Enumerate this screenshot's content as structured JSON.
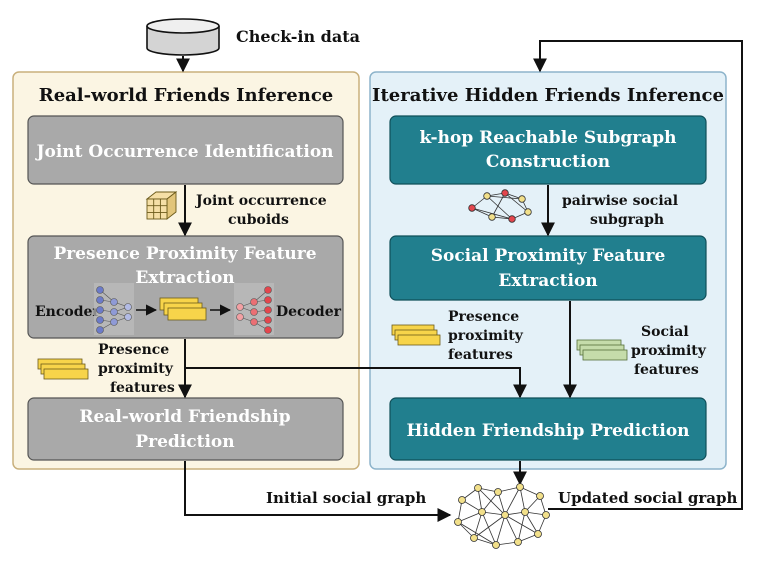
{
  "source": {
    "label": "Check-in data",
    "icon": "database-icon"
  },
  "left_panel": {
    "title": "Real-world Friends Inference",
    "bg_color": "#fbf5e3",
    "border_color": "#c9b07c",
    "box_color": "#a9a9a9",
    "boxes": {
      "joint": "Joint Occurrence Identification",
      "presence_line1": "Presence Proximity Feature",
      "presence_line2": "Extraction",
      "prediction_line1": "Real-world Friendship",
      "prediction_line2": "Prediction"
    },
    "cuboid_label_line1": "Joint occurrence",
    "cuboid_label_line2": "cuboids",
    "encoder_label": "Encoder",
    "decoder_label": "Decoder",
    "features_label": [
      "Presence",
      "proximity",
      "features"
    ]
  },
  "right_panel": {
    "title": "Iterative Hidden Friends Inference",
    "bg_color": "#e4f1f8",
    "border_color": "#8db4cb",
    "box_color": "#217f8e",
    "boxes": {
      "khop_line1": "k-hop Reachable Subgraph",
      "khop_line2": "Construction",
      "social_line1": "Social Proximity Feature",
      "social_line2": "Extraction",
      "hidden": "Hidden Friendship Prediction"
    },
    "subgraph_label_line1": "pairwise social",
    "subgraph_label_line2": "subgraph",
    "presence_features_label": [
      "Presence",
      "proximity",
      "features"
    ],
    "social_features_label": [
      "Social",
      "proximity",
      "features"
    ]
  },
  "bottom": {
    "initial_label": "Initial social graph",
    "updated_label": "Updated social graph"
  },
  "colors": {
    "presence_feature_fill": "#f7d44a",
    "social_feature_fill": "#c5dcaa",
    "encoder_node": "#6c7bc9",
    "decoder_node": "#e3464d",
    "graph_node": "#f2e08a"
  }
}
